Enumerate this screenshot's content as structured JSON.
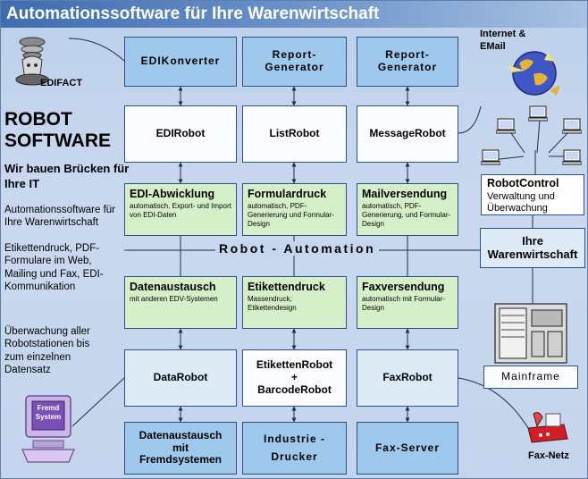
{
  "title": "Automationssoftware für Ihre Warenwirtschaft",
  "left": {
    "logo_label": "EDIFACT",
    "robot": "ROBOT",
    "software": "SOFTWARE",
    "slogan": "Wir bauen Brücken für Ihre  IT",
    "tagline": "Automationssoftware für Ihre Warenwirtschaft",
    "features": "Etikettendruck, PDF-Formulare im Web, Mailing und Fax, EDI-Kommunikation",
    "monitoring": "Überwachung aller Robotstationen bis zum einzelnen Datensatz",
    "legacy_screen": "Fremd System"
  },
  "rows": {
    "top": [
      "EDIKonverter",
      "Report-Generator",
      "Report-Generator"
    ],
    "robots": [
      "EDIRobot",
      "ListRobot",
      "MessageRobot"
    ],
    "green_top": [
      {
        "title": "EDI-Abwicklung",
        "desc": "automatisch, Export- und Import von EDI-Daten"
      },
      {
        "title": "Formulardruck",
        "desc": "automatisch, PDF-Generierung und Formular-Design"
      },
      {
        "title": "Mailversendung",
        "desc": "automatisch, PDF-Generierung, und Formular-Design"
      }
    ],
    "automation_label": "Robot - Automation",
    "green_bottom": [
      {
        "title": "Datenaustausch",
        "desc": "mit anderen EDV-Systemen"
      },
      {
        "title": "Etikettendruck",
        "desc": "Massendruck, Etikettendesign"
      },
      {
        "title": "Faxversendung",
        "desc": "automatisch mit Formular-Design"
      }
    ],
    "robots_bottom": [
      {
        "line1": "DataRobot",
        "line2": "",
        "line3": ""
      },
      {
        "line1": "EtikettenRobot",
        "line2": "+",
        "line3": "BarcodeRobot"
      },
      {
        "line1": "FaxRobot",
        "line2": "",
        "line3": ""
      }
    ],
    "bottom": [
      {
        "line1": "Datenaustausch",
        "line2": "mit",
        "line3": "Fremdsystemen"
      },
      {
        "line1": "Industrie  -",
        "line2": "Drucker",
        "line3": ""
      },
      {
        "line1": "Fax-Server",
        "line2": "",
        "line3": ""
      }
    ]
  },
  "right": {
    "internet_label": "Internet & EMail",
    "robotcontrol_title": "RobotControl",
    "robotcontrol_desc": "Verwaltung und Überwachung",
    "warenwirtschaft": "Ihre Warenwirtschaft",
    "mainframe": "Mainframe",
    "faxnetz": "Fax-Netz"
  },
  "colors": {
    "background": "#c6d6ee",
    "title_bar": "#3f6cb0",
    "box_blue": "#9ec8ec",
    "box_green": "#d5f0c9",
    "box_white": "#fbfcff",
    "border": "#2c4f86"
  }
}
